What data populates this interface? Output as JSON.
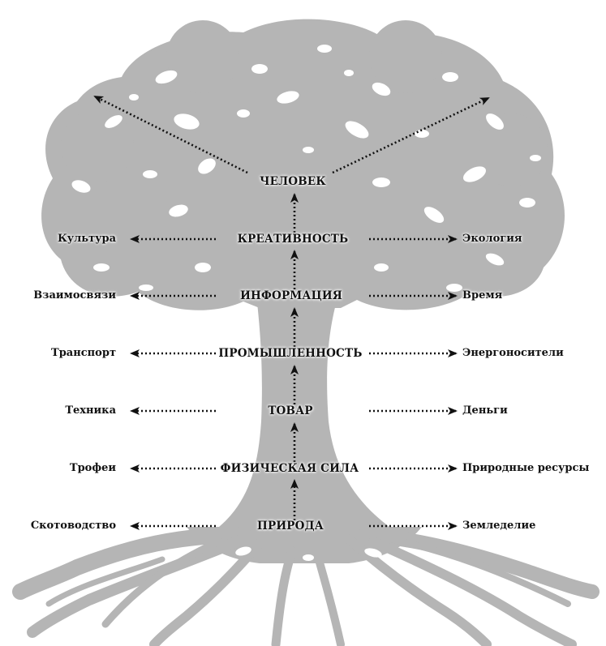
{
  "colors": {
    "tree": "#b5b5b5",
    "holes": "#ffffff",
    "arrow": "#111111",
    "text": "#111111"
  },
  "trunk_stages": [
    "ЧЕЛОВЕК",
    "КРЕАТИВНОСТЬ",
    "ИНФОРМАЦИЯ",
    "ПРОМЫШЛЕННОСТЬ",
    "ТОВАР",
    "ФИЗИЧЕСКАЯ СИЛА",
    "ПРИРОДА"
  ],
  "left_branches": [
    "Культура",
    "Взаимосвязи",
    "Транспорт",
    "Техника",
    "Трофеи",
    "Скотоводство"
  ],
  "right_branches": [
    "Экология",
    "Время",
    "Энергоносители",
    "Деньги",
    "Природные ресурсы",
    "Земледелие"
  ]
}
